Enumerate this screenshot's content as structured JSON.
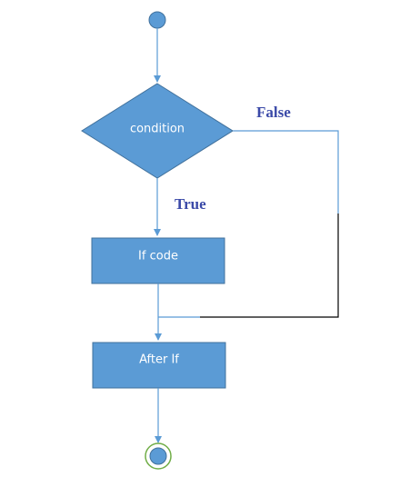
{
  "diagram": {
    "nodes": {
      "decision": {
        "label": "condition"
      },
      "if_block": {
        "label": "If code"
      },
      "after_block": {
        "label": "After If"
      }
    },
    "edges": {
      "false_label": "False",
      "true_label": "True"
    },
    "colors": {
      "node_fill": "#5b9bd5",
      "node_stroke": "#41719c",
      "arrow": "#5b9bd5",
      "black_line": "#000000",
      "label": "#3b4aa8",
      "end_ring": "#70ad47"
    }
  }
}
